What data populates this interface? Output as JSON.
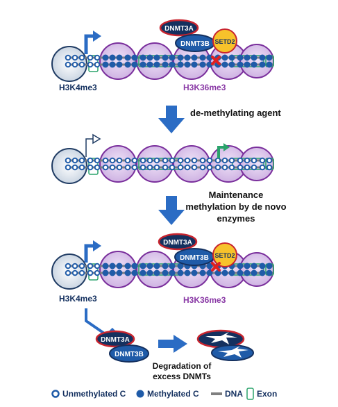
{
  "labels": {
    "h3k4me3": "H3K4me3",
    "h3k36me3": "H3K36me3",
    "step1": "de-methylating agent",
    "step2_line1": "Maintenance",
    "step2_line2": "methylation by de novo",
    "step2_line3": "enzymes",
    "degradation_line1": "Degradation of",
    "degradation_line2": "excess DNMTs"
  },
  "enzymes": {
    "dnmt3a": "DNMT3A",
    "dnmt3b": "DNMT3B",
    "setd2": "SETD2"
  },
  "legend": {
    "unmethylated": "Unmethylated C",
    "methylated": "Methylated C",
    "dna": "DNA",
    "exon": "Exon"
  },
  "colors": {
    "nucleosome_fill": "#d9c3ea",
    "nucleosome_stroke": "#7a2f9c",
    "promoter_fill": "#d3dde8",
    "promoter_stroke": "#1f3b63",
    "dna": "#7f7f7f",
    "methyl_blue": "#1f5ba8",
    "dark_blue": "#14305f",
    "arrow_blue": "#2b6cc4",
    "exon_green": "#2aa36b",
    "setd2_yellow": "#f7c22b",
    "dnmt_red": "#c8242e",
    "h3k36_purple": "#8a3aa6"
  }
}
